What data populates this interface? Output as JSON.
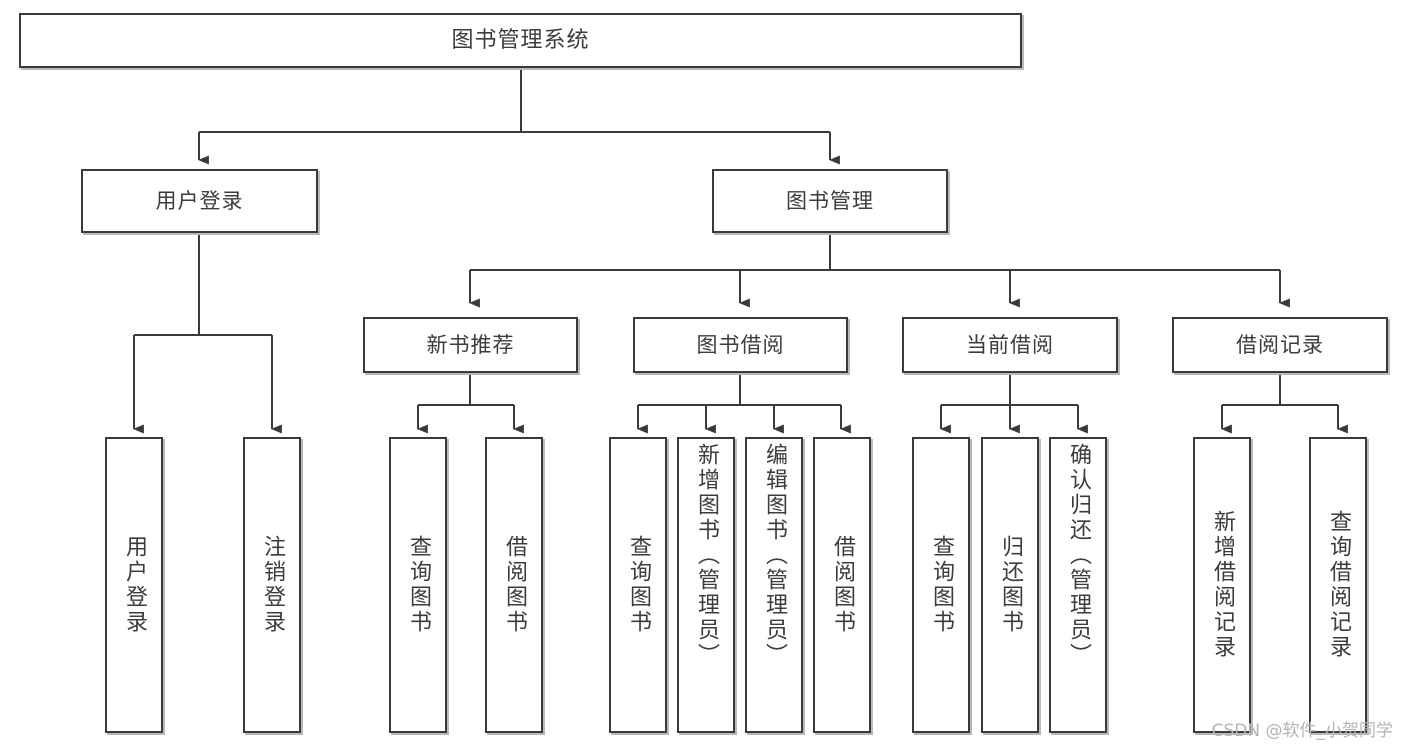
{
  "diagram": {
    "title": "图书管理系统",
    "type": "tree",
    "watermark": "CSDN @软件_小贺同学",
    "colors": {
      "node_border": "#3a3a3a",
      "node_fill": "#ffffff",
      "node_shadow": "#b9b9b9",
      "edge": "#3a3a3a",
      "text": "#3c3c3c",
      "watermark": "#b4b4b4"
    },
    "nodes": {
      "root": {
        "label": "图书管理系统"
      },
      "level2": [
        {
          "id": "user-login",
          "label": "用户登录"
        },
        {
          "id": "book-manage",
          "label": "图书管理"
        }
      ],
      "level3": [
        {
          "id": "new-book-recommend",
          "label": "新书推荐"
        },
        {
          "id": "book-borrow",
          "label": "图书借阅"
        },
        {
          "id": "current-borrow",
          "label": "当前借阅"
        },
        {
          "id": "borrow-record",
          "label": "借阅记录"
        }
      ],
      "leaves": {
        "user_login": [
          {
            "id": "leaf-user-login",
            "label": "用户登录"
          },
          {
            "id": "leaf-logout-login",
            "label": "注销登录"
          }
        ],
        "new_book_recommend": [
          {
            "id": "leaf-query-book-1",
            "label": "查询图书"
          },
          {
            "id": "leaf-borrow-book-1",
            "label": "借阅图书"
          }
        ],
        "book_borrow": [
          {
            "id": "leaf-query-book-2",
            "label": "查询图书"
          },
          {
            "id": "leaf-add-book",
            "label": "新增图书（管理员）"
          },
          {
            "id": "leaf-edit-book",
            "label": "编辑图书（管理员）"
          },
          {
            "id": "leaf-borrow-book-2",
            "label": "借阅图书"
          }
        ],
        "current_borrow": [
          {
            "id": "leaf-query-book-3",
            "label": "查询图书"
          },
          {
            "id": "leaf-return-book",
            "label": "归还图书"
          },
          {
            "id": "leaf-confirm-return",
            "label": "确认归还（管理员）"
          }
        ],
        "borrow_record": [
          {
            "id": "leaf-add-record",
            "label": "新增借阅记录"
          },
          {
            "id": "leaf-query-record",
            "label": "查询借阅记录"
          }
        ]
      }
    }
  }
}
